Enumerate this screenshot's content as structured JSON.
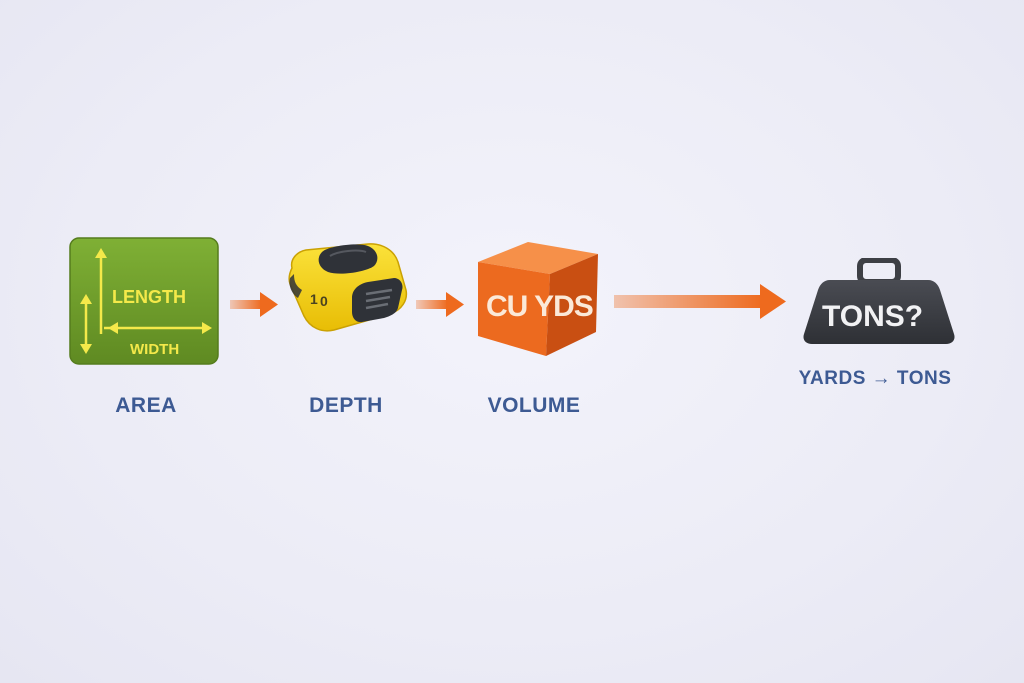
{
  "steps": [
    {
      "id": "area",
      "icon_name": "area-square-icon",
      "icon_text_1": "LENGTH",
      "icon_text_2": "WIDTH",
      "caption": "AREA"
    },
    {
      "id": "depth",
      "icon_name": "tape-measure-icon",
      "icon_text_1": "1",
      "icon_text_2": "0",
      "caption": "DEPTH"
    },
    {
      "id": "volume",
      "icon_name": "cube-icon",
      "icon_text_1": "CU YDS",
      "caption": "VOLUME"
    },
    {
      "id": "tons",
      "icon_name": "weight-icon",
      "icon_text_1": "TONS?",
      "caption": "YARDS → TONS"
    }
  ],
  "arrows": [
    {
      "name": "arrow-area-to-depth"
    },
    {
      "name": "arrow-depth-to-volume"
    },
    {
      "name": "arrow-volume-to-tons"
    }
  ],
  "colors": {
    "background": "#ededf7",
    "area_green": "#6f9e2b",
    "area_text": "#f4e94a",
    "tape_yellow": "#f2cf10",
    "tape_dark": "#2f3238",
    "cube_orange": "#ec6a1f",
    "arrow_orange": "#ee6a1e",
    "weight_dark": "#3d3f45",
    "caption_blue": "#3d5a93"
  }
}
